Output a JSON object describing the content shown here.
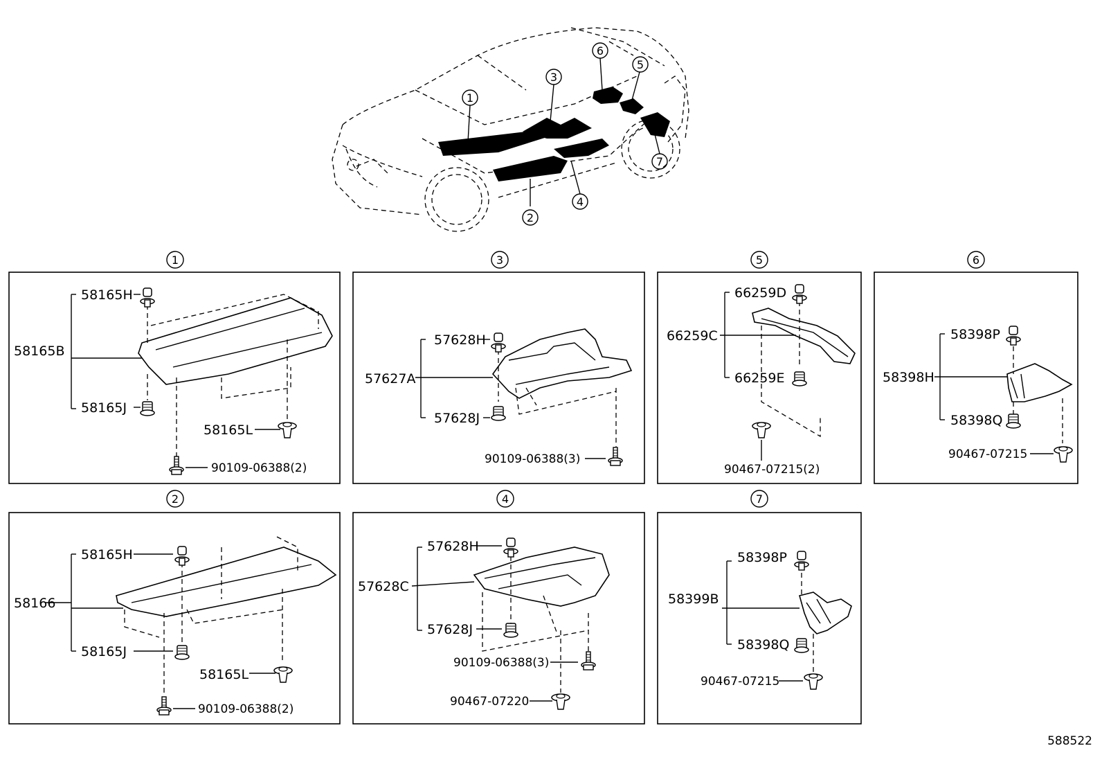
{
  "diagram_id": "588522",
  "callouts": {
    "c1": "1",
    "c2": "2",
    "c3": "3",
    "c4": "4",
    "c5": "5",
    "c6": "6",
    "c7": "7"
  },
  "panels": {
    "p1": {
      "num": "1",
      "main": "58165B",
      "clip_top": "58165H",
      "clip_bottom": "58165J",
      "clip_side": "58165L",
      "bolt": "90109-06388(2)"
    },
    "p2": {
      "num": "2",
      "main": "58166",
      "clip_top": "58165H",
      "clip_bottom": "58165J",
      "clip_side": "58165L",
      "bolt": "90109-06388(2)"
    },
    "p3": {
      "num": "3",
      "main": "57627A",
      "clip_top": "57628H",
      "clip_bottom": "57628J",
      "bolt": "90109-06388(3)"
    },
    "p4": {
      "num": "4",
      "main": "57628C",
      "clip_top": "57628H",
      "clip_bottom": "57628J",
      "bolt": "90109-06388(3)",
      "clip_extra": "90467-07220"
    },
    "p5": {
      "num": "5",
      "main": "66259C",
      "clip_top": "66259D",
      "clip_bottom": "66259E",
      "clip_extra": "90467-07215(2)"
    },
    "p6": {
      "num": "6",
      "main": "58398H",
      "clip_top": "58398P",
      "clip_bottom": "58398Q",
      "clip_extra": "90467-07215"
    },
    "p7": {
      "num": "7",
      "main": "58399B",
      "clip_top": "58398P",
      "clip_bottom": "58398Q",
      "clip_extra": "90467-07215"
    }
  }
}
